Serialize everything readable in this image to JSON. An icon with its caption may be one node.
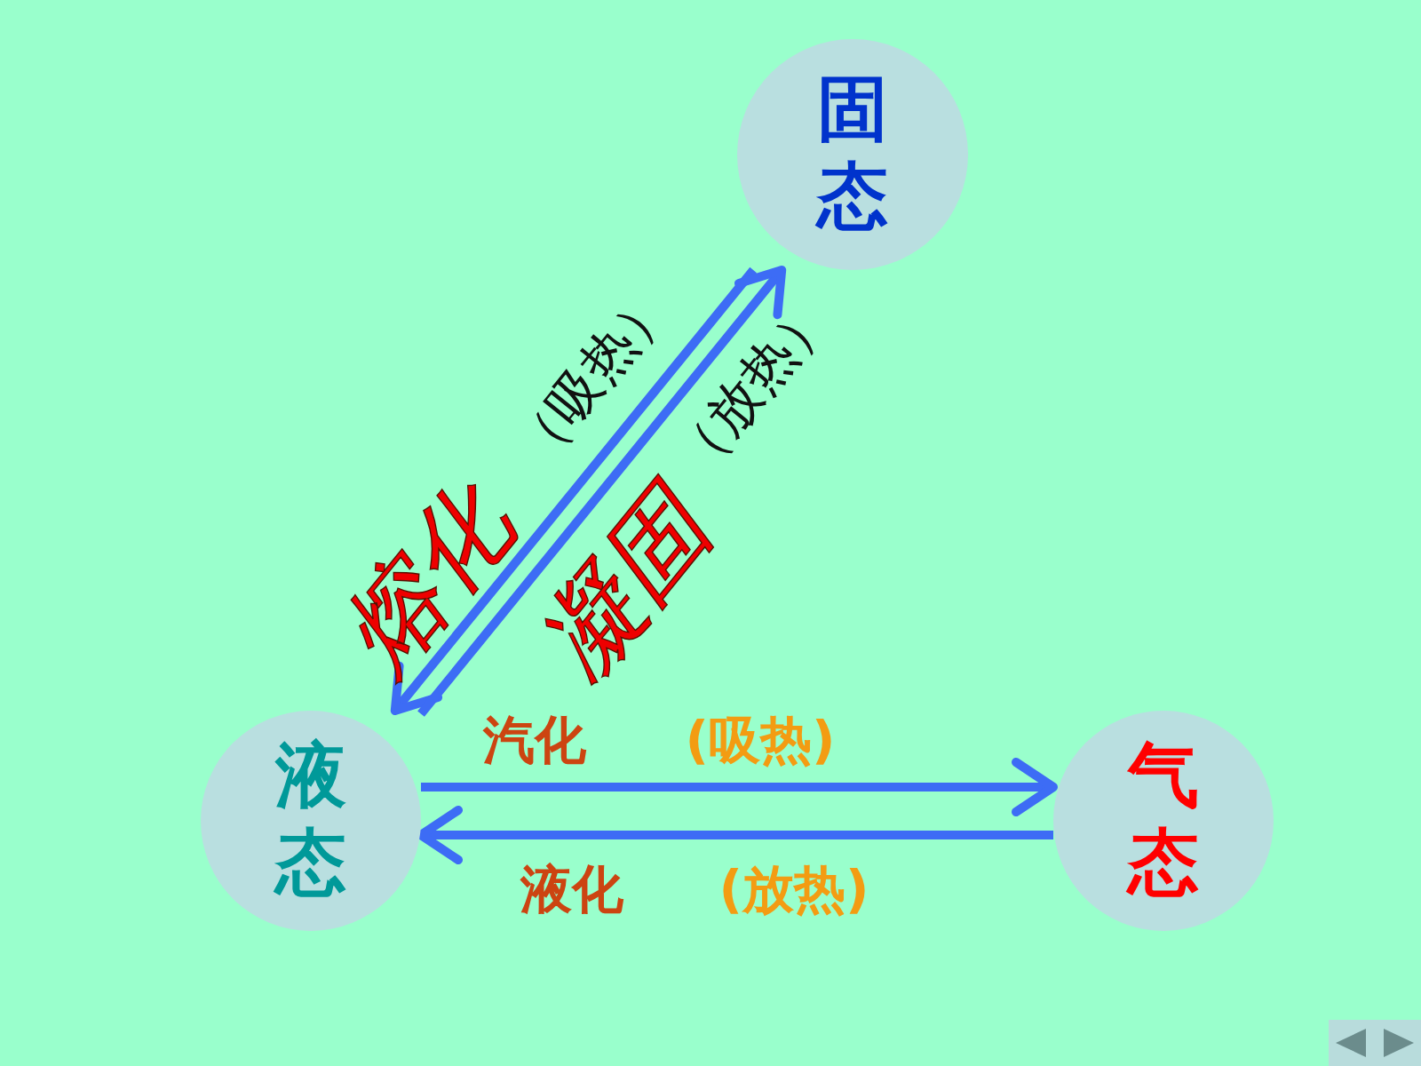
{
  "diagram": {
    "nodes": [
      {
        "text": [
          "固态"
        ]
      },
      {
        "text": [
          "液态"
        ]
      },
      {
        "text": [
          "气态"
        ]
      }
    ],
    "edges": [
      {
        "from": 0,
        "to": 1,
        "arrow": "to",
        "label": "熔化"
      },
      {
        "from": 1,
        "to": 0,
        "arrow": "to",
        "label": "凝固"
      },
      {
        "from": 1,
        "to": 2,
        "arrow": "to",
        "label": "汽化"
      },
      {
        "from": 2,
        "to": 1,
        "arrow": "to",
        "label": "液化"
      }
    ],
    "labels": [
      "（吸热）",
      "（放热）",
      "(吸热)",
      "(放热)"
    ]
  }
}
